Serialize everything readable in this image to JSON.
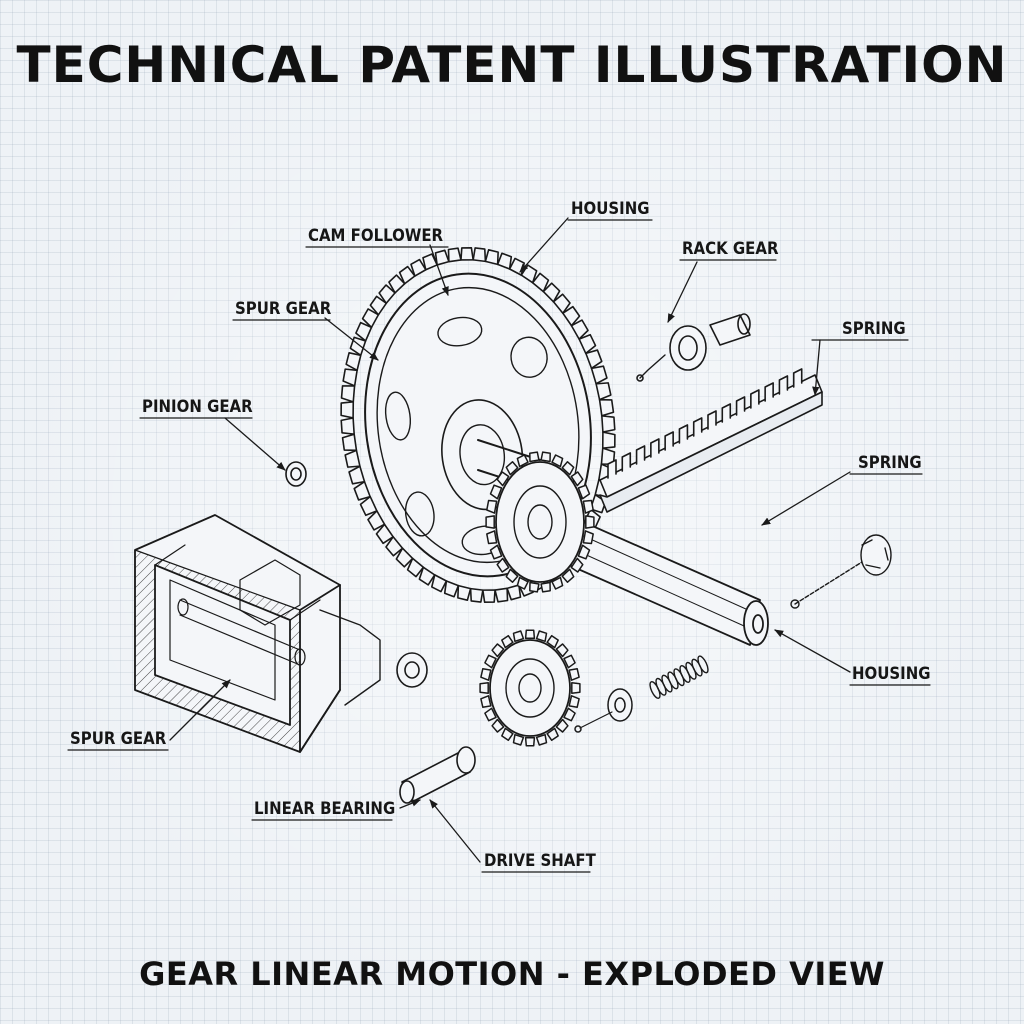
{
  "title": "TECHNICAL PATENT ILLUSTRATION",
  "subtitle": "GEAR LINEAR MOTION - EXPLODED VIEW",
  "labels": {
    "housing_top": "HOUSING",
    "cam_follower": "CAM FOLLOWER",
    "rack_gear": "RACK GEAR",
    "spur_gear_upper": "SPUR GEAR",
    "spring_upper": "SPRING",
    "pinion_gear": "PINION GEAR",
    "spring_lower": "SPRING",
    "housing_right": "HOUSING",
    "spur_gear_lower": "SPUR GEAR",
    "linear_bearing": "LINEAR BEARING",
    "drive_shaft": "DRIVE SHAFT"
  },
  "colors": {
    "background": "#eef2f6",
    "grid": "#8ca0b8",
    "ink": "#1a1a1a"
  }
}
